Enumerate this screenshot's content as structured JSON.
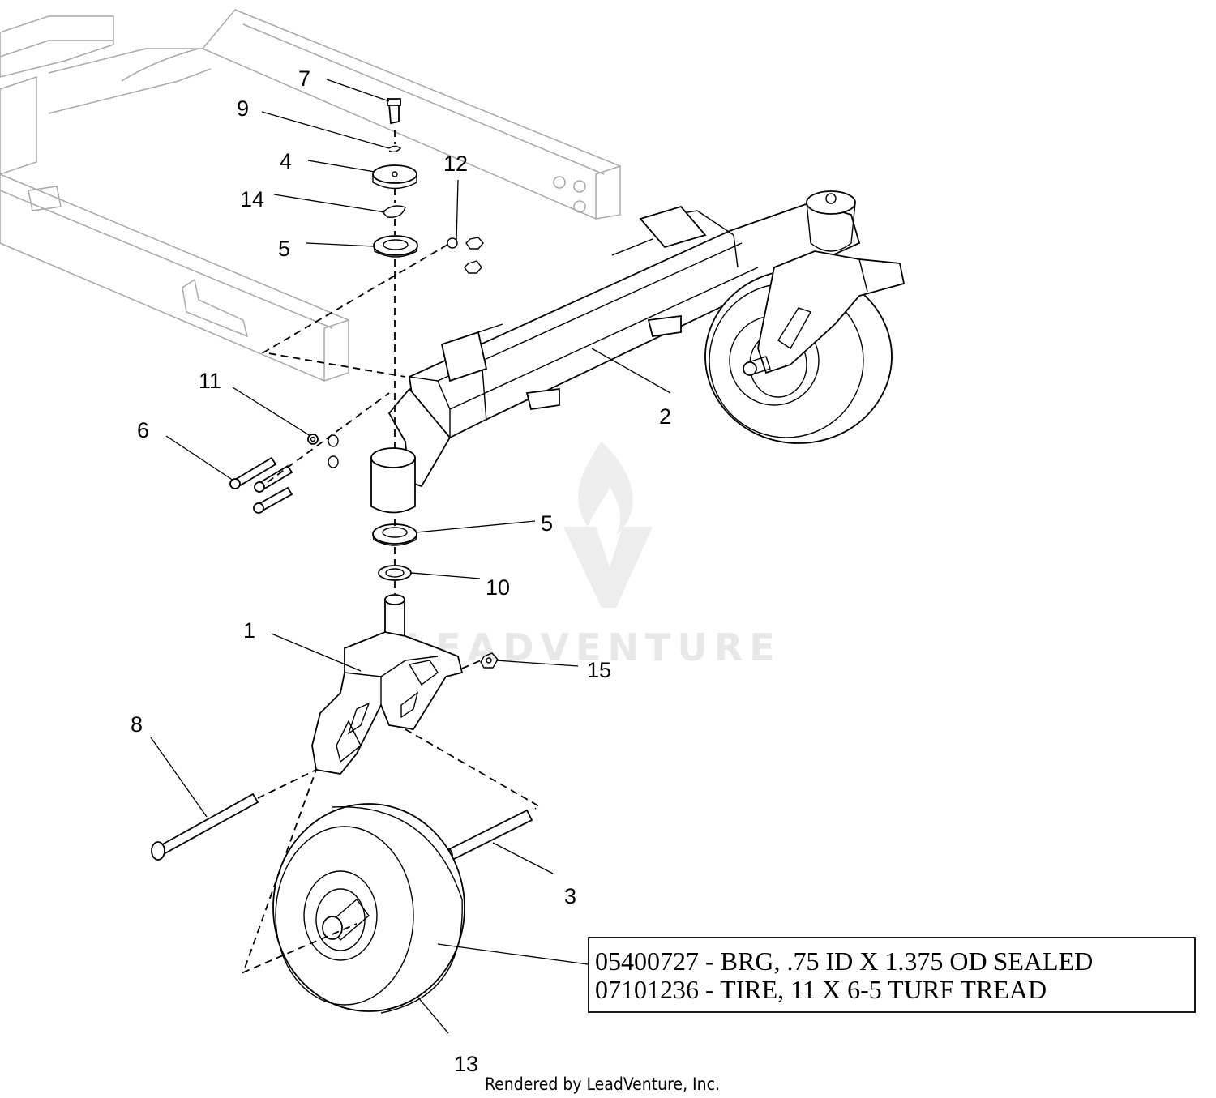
{
  "callouts": {
    "c1": "1",
    "c2": "2",
    "c3": "3",
    "c4": "4",
    "c5a": "5",
    "c5b": "5",
    "c6": "6",
    "c7": "7",
    "c8": "8",
    "c9": "9",
    "c10": "10",
    "c11": "11",
    "c12": "12",
    "c13": "13",
    "c14": "14",
    "c15": "15"
  },
  "note": {
    "line1": "05400727 - BRG, .75 ID X 1.375 OD SEALED",
    "line2": "07101236 - TIRE, 11 X 6-5 TURF TREAD"
  },
  "watermark": {
    "text": "LEADVENTURE"
  },
  "footer": {
    "text": "Rendered by LeadVenture, Inc."
  },
  "colors": {
    "line": "#000000",
    "ghost": "#a8a8a8",
    "watermark": "#e6e6e6"
  }
}
